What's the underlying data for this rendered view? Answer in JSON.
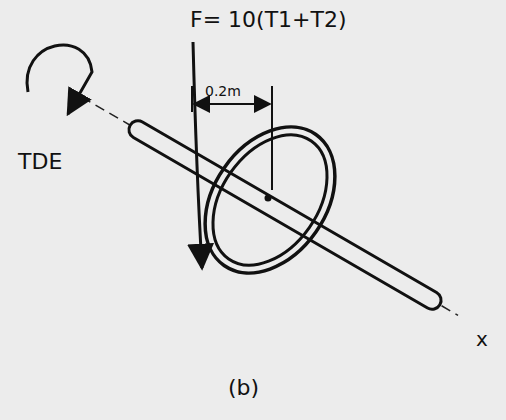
{
  "diagram": {
    "caption": "(b)",
    "labels": [
      "F= 10(T1+T2)",
      "0.2m",
      "TDE",
      "x"
    ]
  }
}
